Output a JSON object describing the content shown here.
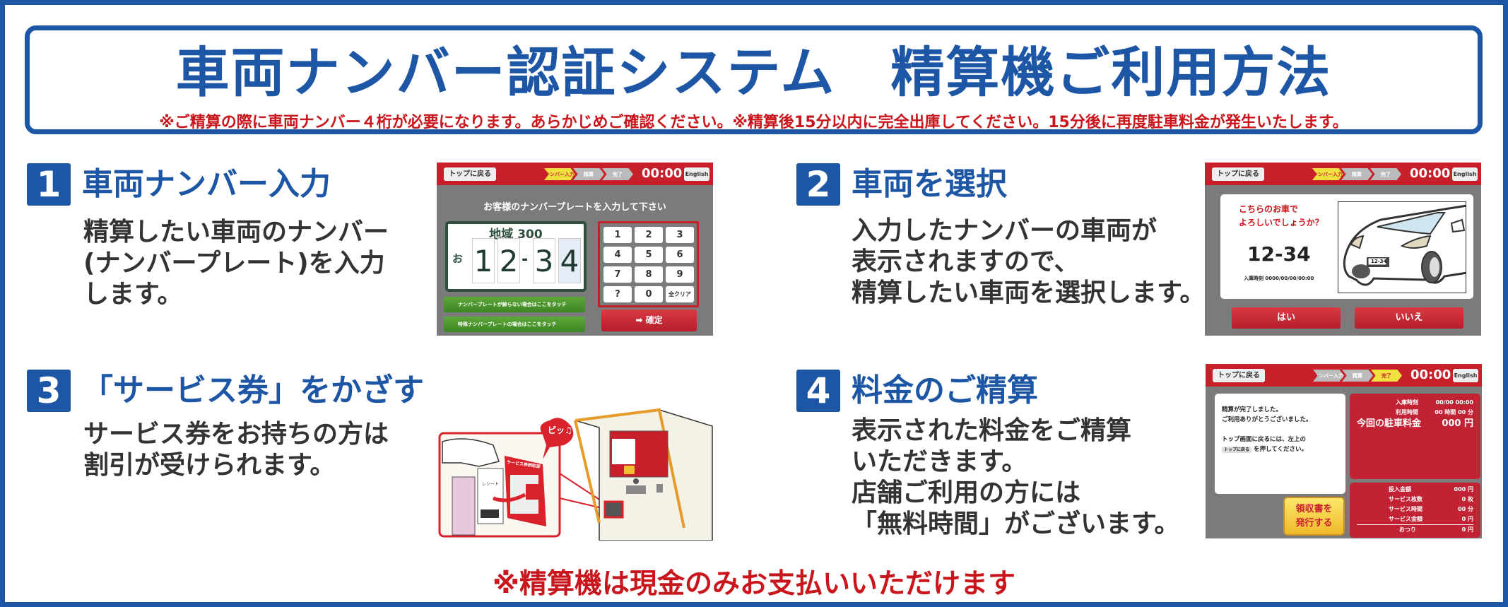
{
  "header": {
    "title": "車両ナンバー認証システム　精算機ご利用方法",
    "note": "※ご精算の際に車両ナンバー４桁が必要になります。あらかじめご確認ください。※精算後15分以内に完全出庫してください。15分後に再度駐車料金が発生いたします。"
  },
  "colors": {
    "brand_blue": "#1d56a5",
    "warning_red": "#c9161d",
    "screen_red": "#c8202a"
  },
  "steps": [
    {
      "number": "1",
      "heading": "車両ナンバー入力",
      "body": [
        "精算したい車両のナンバー",
        "(ナンバープレート)を入力",
        "します。"
      ]
    },
    {
      "number": "2",
      "heading": "車両を選択",
      "body": [
        "入力したナンバーの車両が",
        "表示されますので、",
        "精算したい車両を選択します。"
      ]
    },
    {
      "number": "3",
      "heading": "「サービス券」をかざす",
      "body": [
        "サービス券をお持ちの方は",
        "割引が受けられます。"
      ]
    },
    {
      "number": "4",
      "heading": "料金のご精算",
      "body": [
        "表示された料金をご精算",
        "いただきます。",
        "店舗ご利用の方には",
        "「無料時間」がございます。"
      ]
    }
  ],
  "screen_common": {
    "top_button": "トップに戻る",
    "steps": [
      "ナンバー入力",
      "精算",
      "完了"
    ],
    "timer": "00:00",
    "english": "English"
  },
  "screen1": {
    "prompt": "お客様のナンバープレートを入力して下さい",
    "region": "地域 300",
    "hiragana": "お",
    "digits": [
      "1",
      "2",
      "3",
      "4"
    ],
    "dash": "-",
    "keys": [
      "1",
      "2",
      "3",
      "4",
      "5",
      "6",
      "7",
      "8",
      "9",
      "?",
      "0",
      "全クリア"
    ],
    "help1": "ナンバープレートが解らない場合はここをタッチ",
    "help2": "特殊ナンバープレートの場合はここをタッチ",
    "confirm": "確定"
  },
  "screen2": {
    "question_line1": "こちらのお車で",
    "question_line2": "よろしいでしょうか？",
    "number": "12-34",
    "entry_time": "入庫時刻 0000/00/00/00:00",
    "plate": "12-34",
    "yes": "はい",
    "no": "いいえ"
  },
  "illustration": {
    "sound": "ピッ♫",
    "reader_label": "サービス券読取部",
    "receipt": "レシート"
  },
  "screen4": {
    "msg1": "精算が完了しました。",
    "msg2": "ご利用ありがとうございました。",
    "msg3": "トップ画面に戻るには、左上の",
    "msg4_button": "トップに戻る",
    "msg4": "を押してください。",
    "receipt_button": [
      "領収書を",
      "発行する"
    ],
    "entry_label": "入庫時刻",
    "entry_value": "00/00 00:00",
    "usage_label": "利用時間",
    "usage_value": "00 時間 00 分",
    "fee_label": "今回の駐車料金",
    "fee_value": "000 円",
    "rows": [
      {
        "label": "投入金額",
        "value": "000 円"
      },
      {
        "label": "サービス枚数",
        "value": "0 枚"
      },
      {
        "label": "サービス時間",
        "value": "00 分"
      },
      {
        "label": "サービス金額",
        "value": "0 円"
      },
      {
        "label": "おつり",
        "value": "0 円"
      }
    ]
  },
  "footer": {
    "note": "※精算機は現金のみお支払いいただけます"
  }
}
